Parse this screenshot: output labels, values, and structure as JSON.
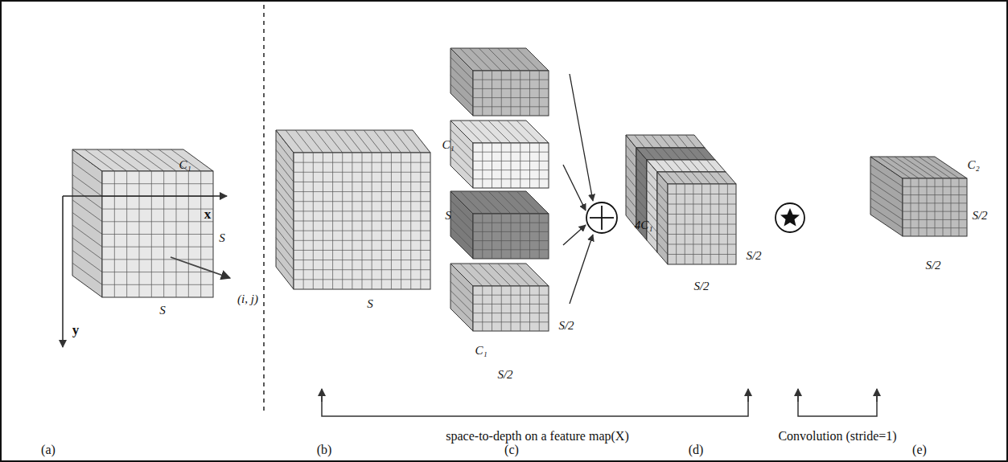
{
  "diagram": {
    "labels": [
      "C₁",
      "x",
      "S",
      "y",
      "S",
      "(i, j)",
      "C₁",
      "S",
      "S",
      "C₁",
      "S/2",
      "S/2",
      "4C₁",
      "S/2",
      "S/2",
      "C₂",
      "S/2",
      "S/2",
      "space-to-depth on a feature map(X)",
      "Convolution (stride=1)",
      "(a)",
      "(b)",
      "(c)",
      "(d)",
      "(e)"
    ]
  }
}
